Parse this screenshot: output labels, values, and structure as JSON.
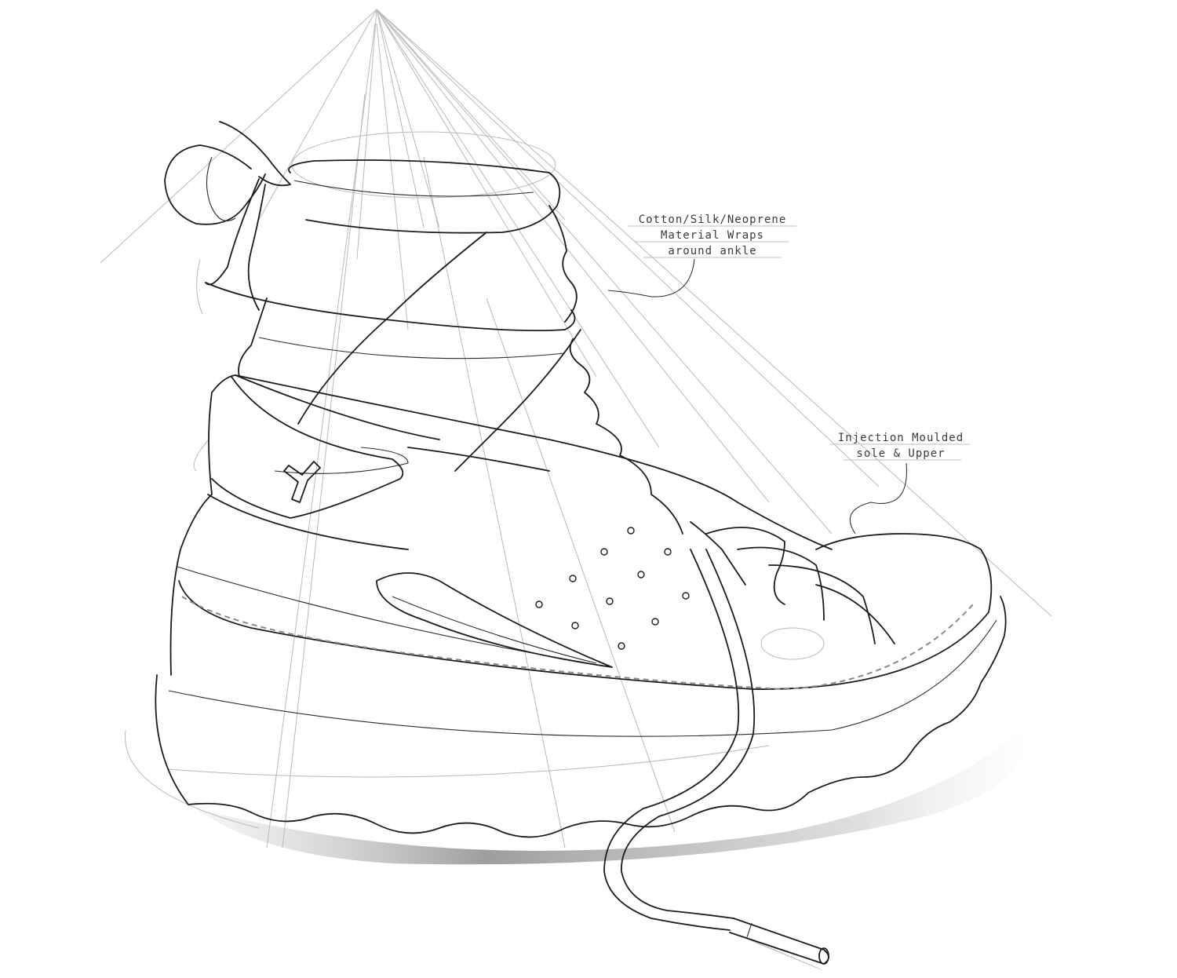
{
  "annotations": {
    "material": {
      "line1": "Cotton/Silk/Neoprene",
      "line2": "Material Wraps",
      "line3": "around ankle"
    },
    "sole": {
      "line1": "Injection Moulded",
      "line2": "sole & Upper"
    }
  },
  "colors": {
    "ink": "#1c1c1c",
    "construction_lines": "#b9b9b9",
    "shadow": "#9a9a9a",
    "background": "#ffffff"
  }
}
